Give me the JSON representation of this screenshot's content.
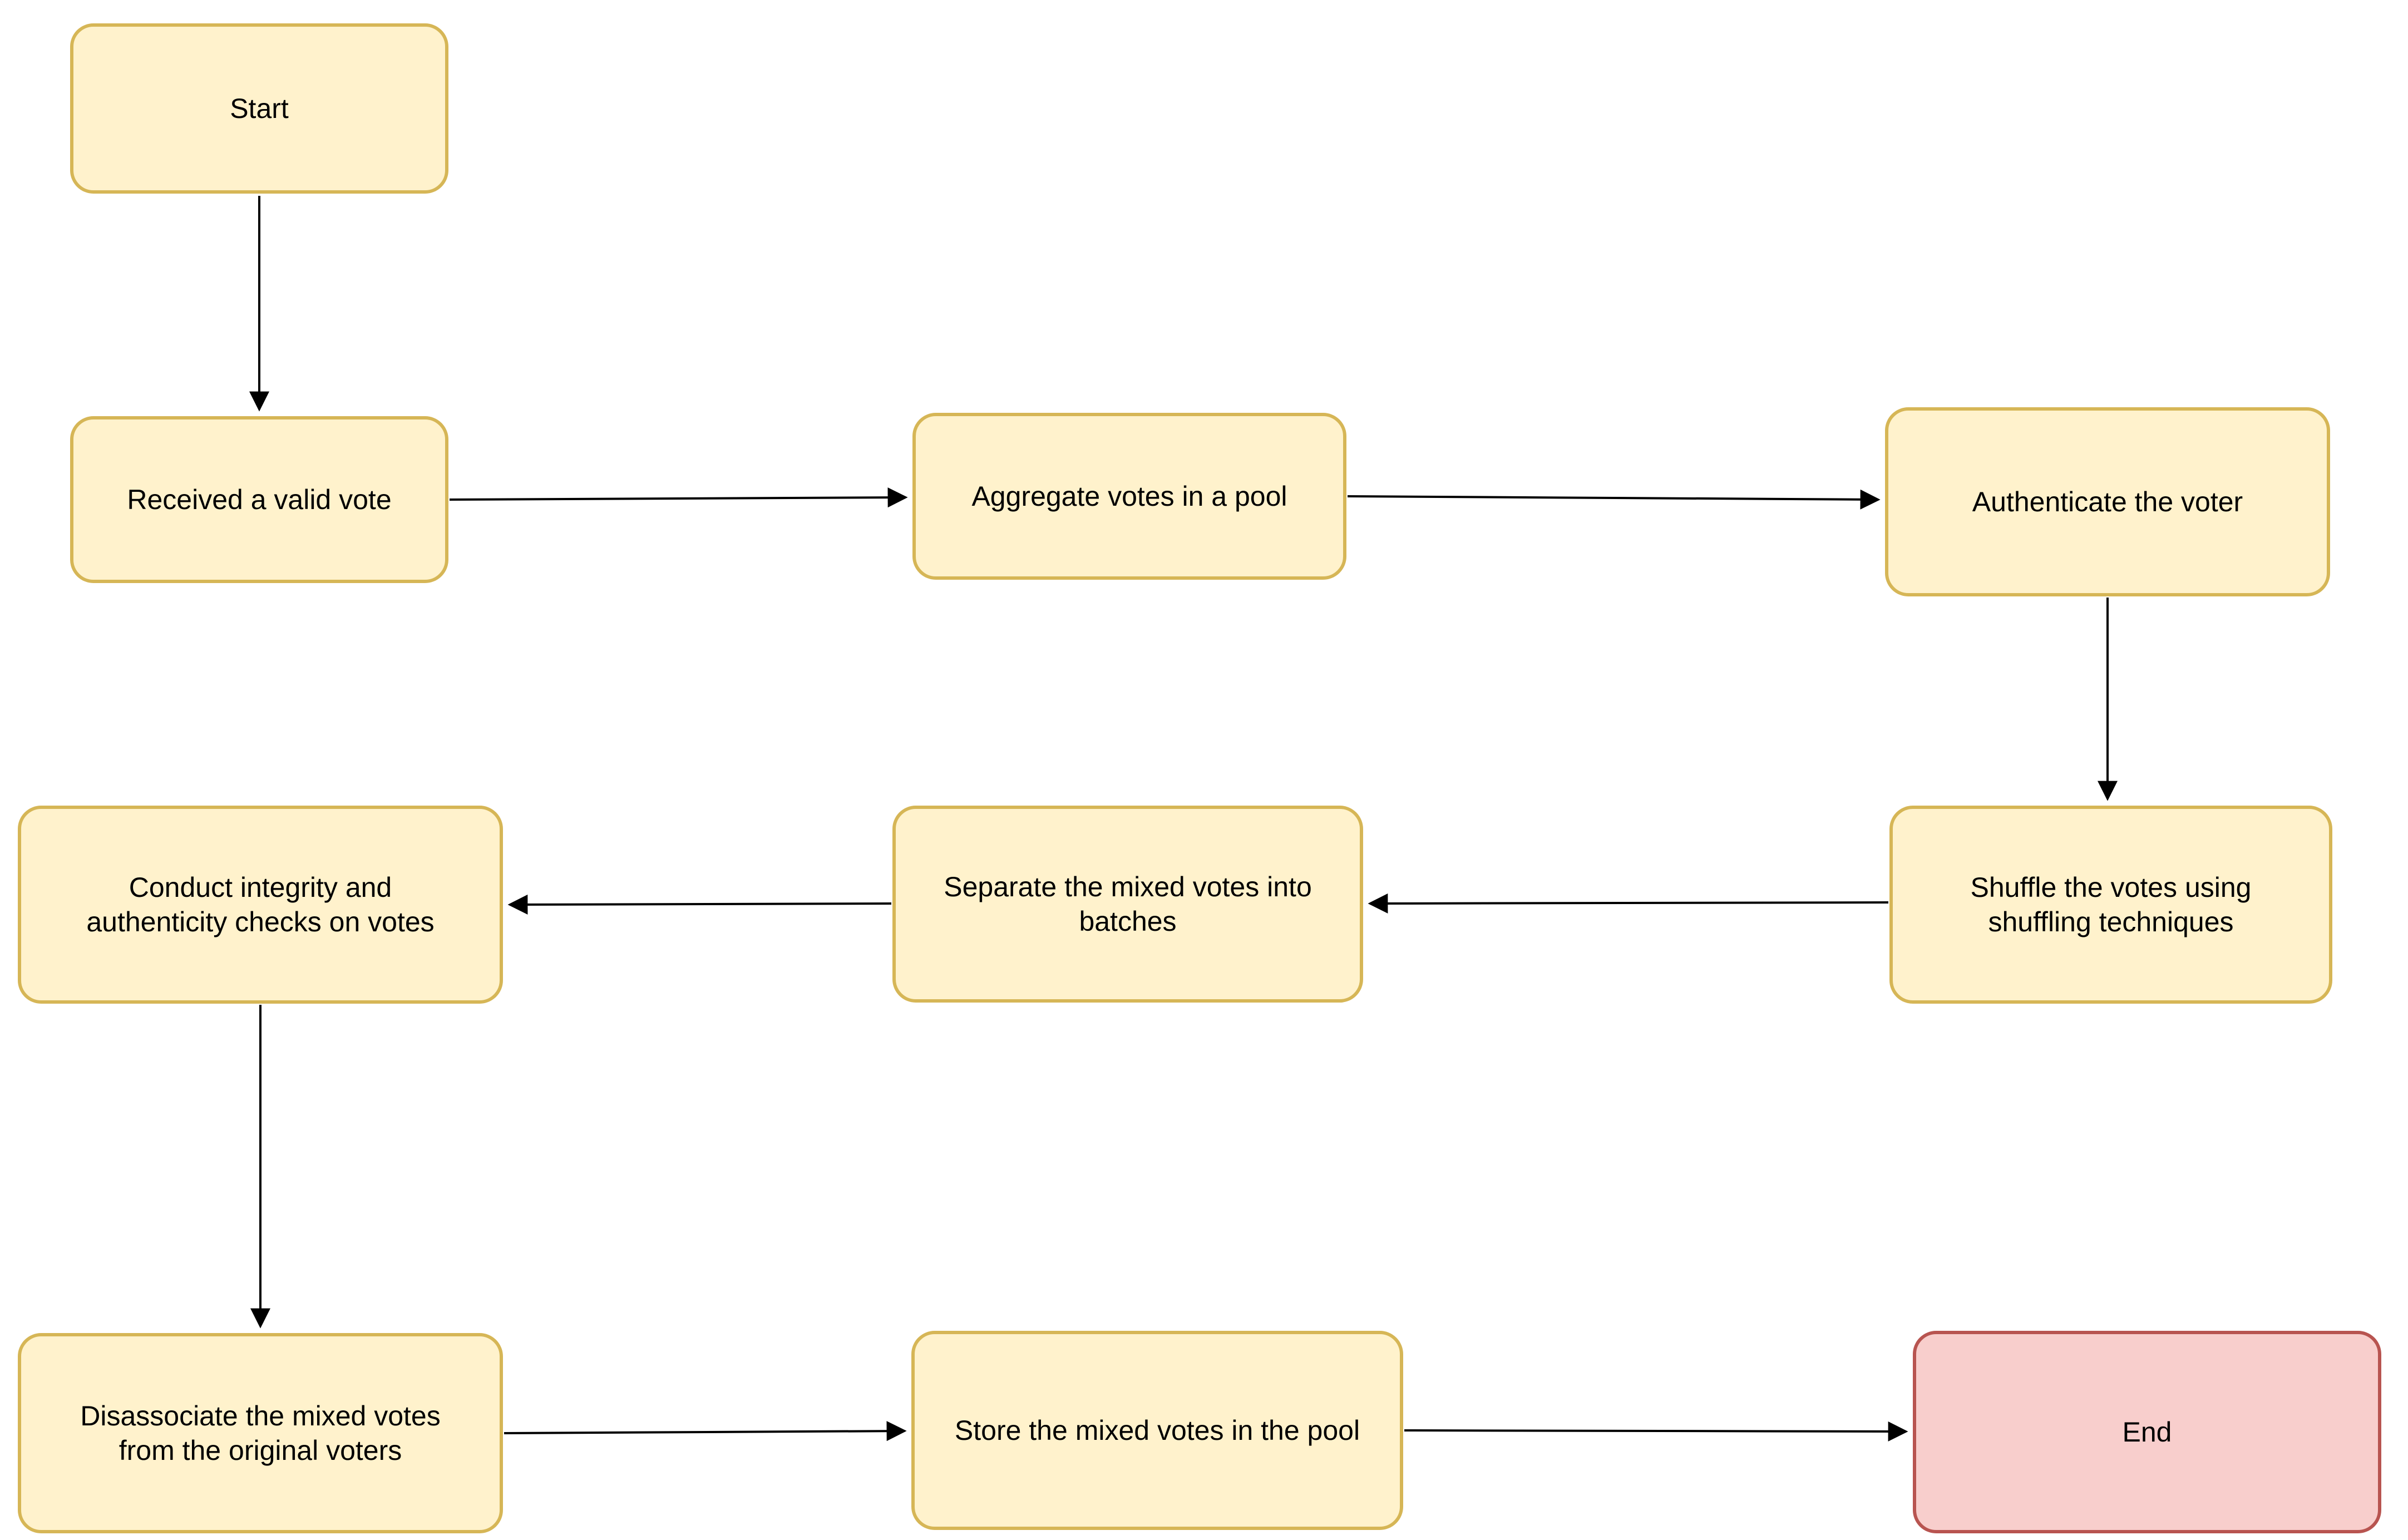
{
  "colors": {
    "background": "#ffffff",
    "process_fill": "#fff2cc",
    "process_border": "#d6b656",
    "end_fill": "#f8cecc",
    "end_border": "#b85450",
    "arrow_color": "#000000",
    "text_color": "#000000"
  },
  "nodes": [
    {
      "id": "start",
      "label": "Start"
    },
    {
      "id": "received",
      "label": "Received a valid vote"
    },
    {
      "id": "aggregate",
      "label": "Aggregate votes in a pool"
    },
    {
      "id": "authenticate",
      "label": "Authenticate the voter"
    },
    {
      "id": "shuffle",
      "label": "Shuffle the votes using\nshuffling techniques"
    },
    {
      "id": "separate",
      "label": "Separate the mixed votes into\nbatches"
    },
    {
      "id": "conduct",
      "label": "Conduct integrity and\nauthenticity checks on votes"
    },
    {
      "id": "disassociate",
      "label": "Disassociate the mixed votes\nfrom the original voters"
    },
    {
      "id": "store",
      "label": "Store the mixed votes in the pool"
    },
    {
      "id": "end",
      "label": "End"
    }
  ],
  "edges": [
    {
      "from": "start",
      "to": "received"
    },
    {
      "from": "received",
      "to": "aggregate"
    },
    {
      "from": "aggregate",
      "to": "authenticate"
    },
    {
      "from": "authenticate",
      "to": "shuffle"
    },
    {
      "from": "shuffle",
      "to": "separate"
    },
    {
      "from": "separate",
      "to": "conduct"
    },
    {
      "from": "conduct",
      "to": "disassociate"
    },
    {
      "from": "disassociate",
      "to": "store"
    },
    {
      "from": "store",
      "to": "end"
    }
  ]
}
